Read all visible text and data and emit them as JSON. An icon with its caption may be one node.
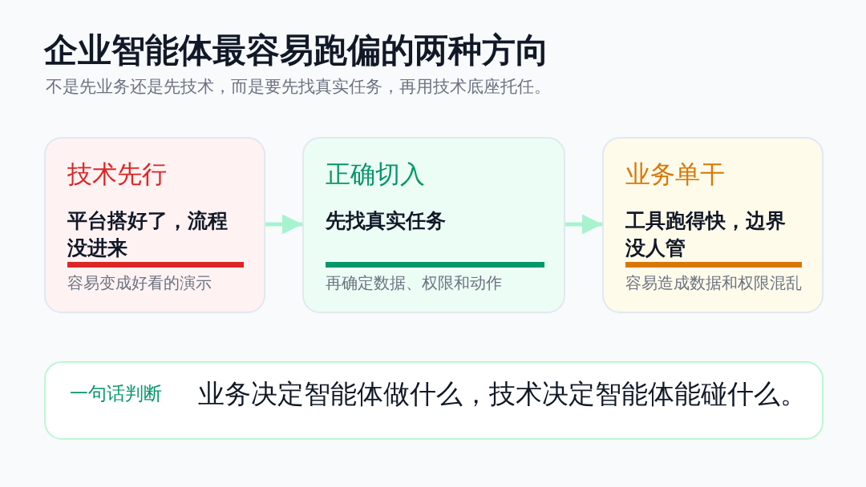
{
  "diagram": {
    "title": "企业智能体最容易跑偏的两种方向",
    "caption": "不是先业务还是先技术，而是要先找真实任务，再用技术底座托任。",
    "nodes": [
      {
        "text": [
          "技术先行",
          "平台搭好了，流程没进来",
          "容易变成好看的演示"
        ]
      },
      {
        "text": [
          "正确切入",
          "先找真实任务",
          "再确定数据、权限和动作"
        ]
      },
      {
        "text": [
          "业务单干",
          "工具跑得快，边界没人管",
          "容易造成数据和权限混乱"
        ]
      },
      {
        "text": [
          "一句话判断",
          "业务决定智能体做什么，技术决定智能体能碰什么。"
        ]
      }
    ],
    "edges": [
      {
        "from": 0,
        "to": 1,
        "arrow": "to"
      },
      {
        "from": 1,
        "to": 2,
        "arrow": "to"
      }
    ]
  }
}
